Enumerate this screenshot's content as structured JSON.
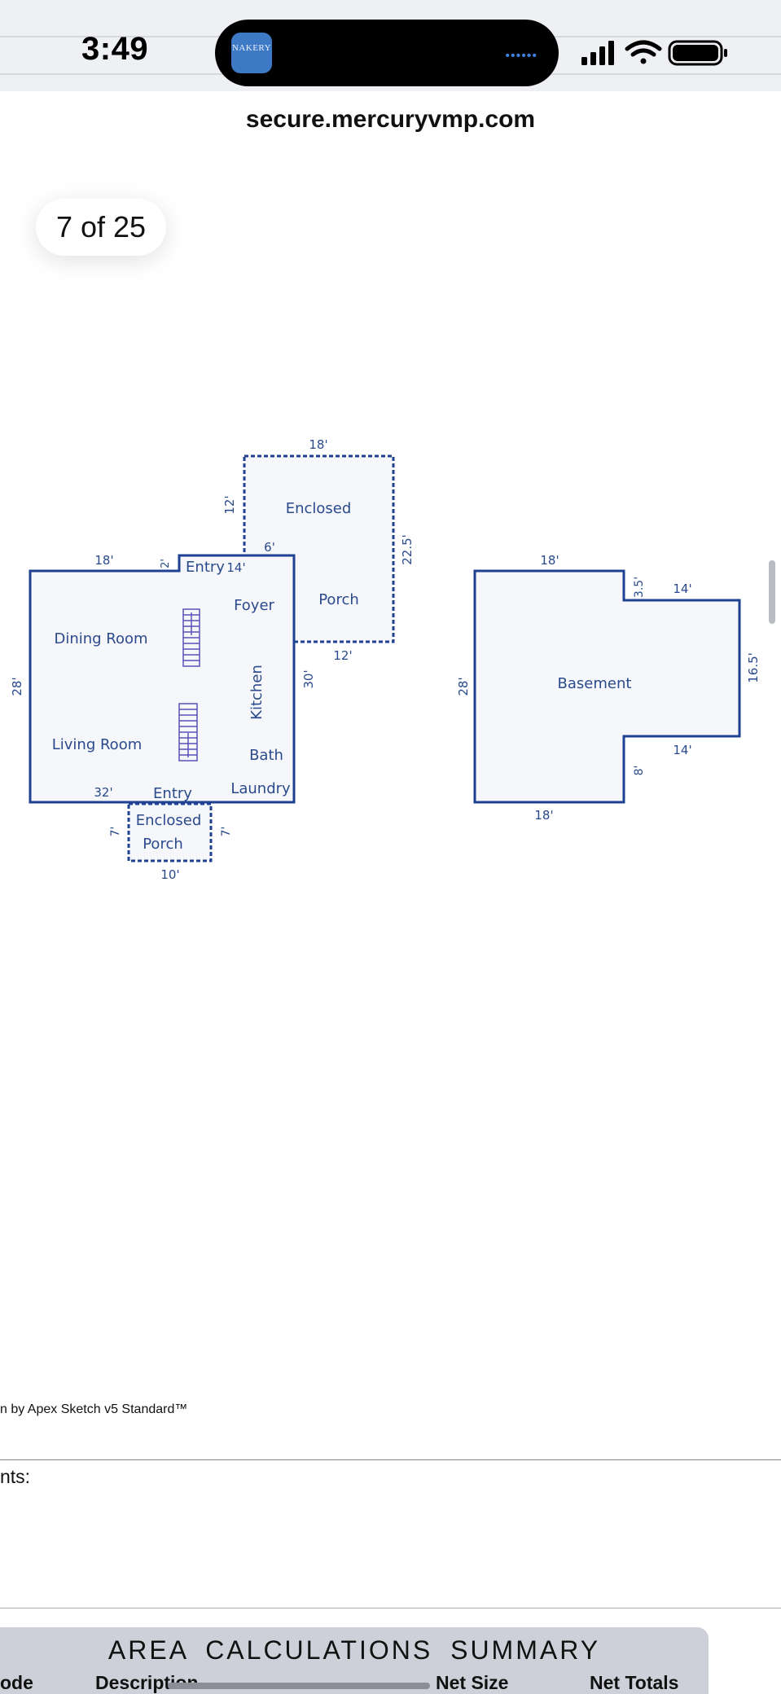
{
  "status_bar": {
    "time": "3:49",
    "island_app_label": "NAKERY",
    "icons": [
      "signal-icon",
      "wifi-icon",
      "battery-icon"
    ]
  },
  "browser": {
    "url": "secure.mercuryvmp.com"
  },
  "viewer": {
    "page_indicator": "7 of 25"
  },
  "sketch": {
    "main_floor": {
      "rooms": [
        "Entry",
        "Foyer",
        "Dining Room",
        "Kitchen",
        "Living Room",
        "Bath",
        "Laundry",
        "Entry"
      ],
      "dims": {
        "top_left": "18'",
        "step": "2'",
        "top_right": "14'",
        "left": "28'",
        "right": "30'",
        "bottom": "32'"
      }
    },
    "enclosed_porch_top": {
      "labels": [
        "Enclosed",
        "Porch"
      ],
      "dims": {
        "top": "18'",
        "left": "12'",
        "inner": "6'",
        "right": "22.5'",
        "bottom": "12'"
      }
    },
    "enclosed_porch_bottom": {
      "labels": [
        "Enclosed",
        "Porch"
      ],
      "dims": {
        "left": "7'",
        "right": "7'",
        "bottom": "10'"
      }
    },
    "basement": {
      "label": "Basement",
      "dims": {
        "top": "18'",
        "step_top": "3.5'",
        "right_top": "14'",
        "right": "16.5'",
        "right_bottom": "14'",
        "step_bottom": "8'",
        "bottom": "18'",
        "left": "28'"
      }
    }
  },
  "credit": "n by Apex Sketch v5 Standard™",
  "comments_label": "nts:",
  "summary": {
    "title": "AREA  CALCULATIONS  SUMMARY",
    "columns": [
      "ode",
      "Description",
      "Net Size",
      "Net Totals"
    ]
  },
  "colors": {
    "line": "#1f4191",
    "fill": "#f5f7fb",
    "text": "#2a4a8c"
  }
}
